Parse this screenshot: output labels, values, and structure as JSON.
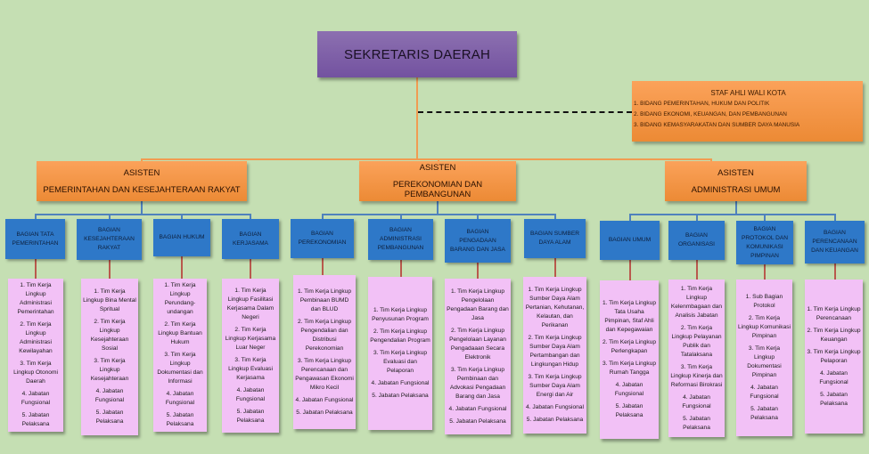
{
  "root": {
    "title": "SEKRETARIS DAERAH"
  },
  "staf_ahli": {
    "title": "STAF AHLI WALI KOTA",
    "items": [
      "1. BIDANG PEMERINTAHAN, HUKUM DAN POLITIK",
      "2. BIDANG EKONOMI, KEUANGAN, DAN PEMBANGUNAN",
      "3. BIDANG KEMASYARAKATAN DAN SUMBER DAYA MANUSIA"
    ]
  },
  "asisten": [
    {
      "label": "ASISTEN",
      "name": "PEMERINTAHAN DAN KESEJAHTERAAN RAKYAT",
      "bagian": [
        {
          "name": "BAGIAN TATA PEMERINTAHAN",
          "items": [
            "1. Tim Kerja Lingkup Administrasi Pemerintahan",
            "2. Tim Kerja Lingkup Administrasi Kewilayahan",
            "3. Tim Kerja Lingkup Otonomi Daerah",
            "4. Jabatan Fungsional",
            "5. Jabatan Pelaksana"
          ]
        },
        {
          "name": "BAGIAN KESEJAHTERAAN RAKYAT",
          "items": [
            "1. Tim Kerja Lingkup Bina Mental Spritual",
            "2. Tim Kerja Lingkup Kesejahteraan Sosial",
            "3. Tim Kerja Lingkup Kesejahteraan",
            "4. Jabatan Fungsional",
            "5. Jabatan Pelaksana"
          ]
        },
        {
          "name": "BAGIAN HUKUM",
          "items": [
            "1. Tim Kerja Lingkup Perundang-undangan",
            "2. Tim Kerja Lingkup Bantuan Hukum",
            "3. Tim Kerja Lingkup Dokumentasi dan Informasi",
            "4. Jabatan Fungsional",
            "5. Jabatan Pelaksana"
          ]
        },
        {
          "name": "BAGIAN KERJASAMA",
          "items": [
            "1. Tim Kerja Lingkup Fasilitasi Kerjasama Dalam Negeri",
            "2. Tim Kerja Lingkup Kerjasama Luar Neger",
            "3. Tim Kerja Lingkup Evaluasi Kerjasama",
            "4. Jabatan Fungsional",
            "5. Jabatan Pelaksana"
          ]
        }
      ]
    },
    {
      "label": "ASISTEN",
      "name": "PEREKONOMIAN DAN PEMBANGUNAN",
      "bagian": [
        {
          "name": "BAGIAN PEREKONOMIAN",
          "items": [
            "1. Tim Kerja Lingkup Pembinaan BUMD dan BLUD",
            "2. Tim Kerja Lingkup Pengendalian dan Distribusi Perekonomian",
            "3. Tim Kerja Lingkup Perencanaan dan Pengawasan Ekonomi Mikro Kecil",
            "4. Jabatan Fungsional",
            "5. Jabatan Pelaksana"
          ]
        },
        {
          "name": "BAGIAN ADMINISTRASI PEMBANGUNAN",
          "items": [
            "1. Tim Kerja Lingkup Penyusunan Program",
            "2. Tim Kerja Lingkup Pengendalian Program",
            "3. Tim Kerja Lingkup Evaluasi dan Pelaporan",
            "4. Jabatan Fungsional",
            "5. Jabatan Pelaksana"
          ]
        },
        {
          "name": "BAGIAN PENGADAAN BARANG DAN JASA",
          "items": [
            "1. Tim Kerja Lingkup Pengelolaan Pengadaan Barang dan Jasa",
            "2. Tim Kerja Lingkup Pengelolaan Layanan Pengadaaan Secara Elektronik",
            "3. Tim Kerja Lingkup Pembinaan dan Advokasi Pengadaan Barang dan Jasa",
            "4. Jabatan Fungsional",
            "5. Jabatan Pelaksana"
          ]
        },
        {
          "name": "BAGIAN SUMBER DAYA ALAM",
          "items": [
            "1. Tim Kerja Lingkup Sumber Daya Alam Pertanian, Kehutanan, Kelautan, dan Perikanan",
            "2. Tim Kerja Lingkup Sumber Daya Alam Pertambangan dan Lingkungan Hidup",
            "3. Tim Kerja Lingkup Sumber Daya Alam Energi dan Air",
            "4. Jabatan Fungsional",
            "5. Jabatan Pelaksana"
          ]
        }
      ]
    },
    {
      "label": "ASISTEN",
      "name": "ADMINISTRASI UMUM",
      "bagian": [
        {
          "name": "BAGIAN UMUM",
          "items": [
            "1. Tim Kerja Lingkup Tata Usaha Pimpinan, Staf Ahli dan Kepegawaian",
            "2. Tim Kerja Lingkup Perlengkapan",
            "3. Tim Kerja Lingkup Rumah Tangga",
            "4. Jabatan Fungsional",
            "5. Jabatan Pelaksana"
          ]
        },
        {
          "name": "BAGIAN ORGANISASI",
          "items": [
            "1. Tim Kerja Lingkup Kelenmbagaan dan Analisis Jabatan",
            "2. Tim Kerja Lingkup Pelayanan Publik dan Tatalaksana",
            "3. Tim Kerja Lingkup Kinerja dan Reformasi Birokrasi",
            "4. Jabatan Fungsional",
            "5. Jabatan Pelaksana"
          ]
        },
        {
          "name": "BAGIAN PROTOKOL DAN KOMUNIKASI PIMPINAN",
          "items": [
            "1. Sub Bagian Protokol",
            "2. Tim Kerja Lingkup Komunikasi Pimpinan",
            "3. Tim Kerja Lingkup Dokumentasi Pimpinan",
            "4. Jabatan Fungsional",
            "5. Jabatan Pelaksana"
          ]
        },
        {
          "name": "BAGIAN PERENCANAAN DAN KEUANGAN",
          "items": [
            "1. Tim Kerja Lingkup Perencanaan",
            "2. Tim Kerja Lingkup Keuangan",
            "3. Tim Kerja Lingkup Pelaporan",
            "4. Jabatan Fungsional",
            "5. Jabatan Pelaksana"
          ]
        }
      ]
    }
  ]
}
